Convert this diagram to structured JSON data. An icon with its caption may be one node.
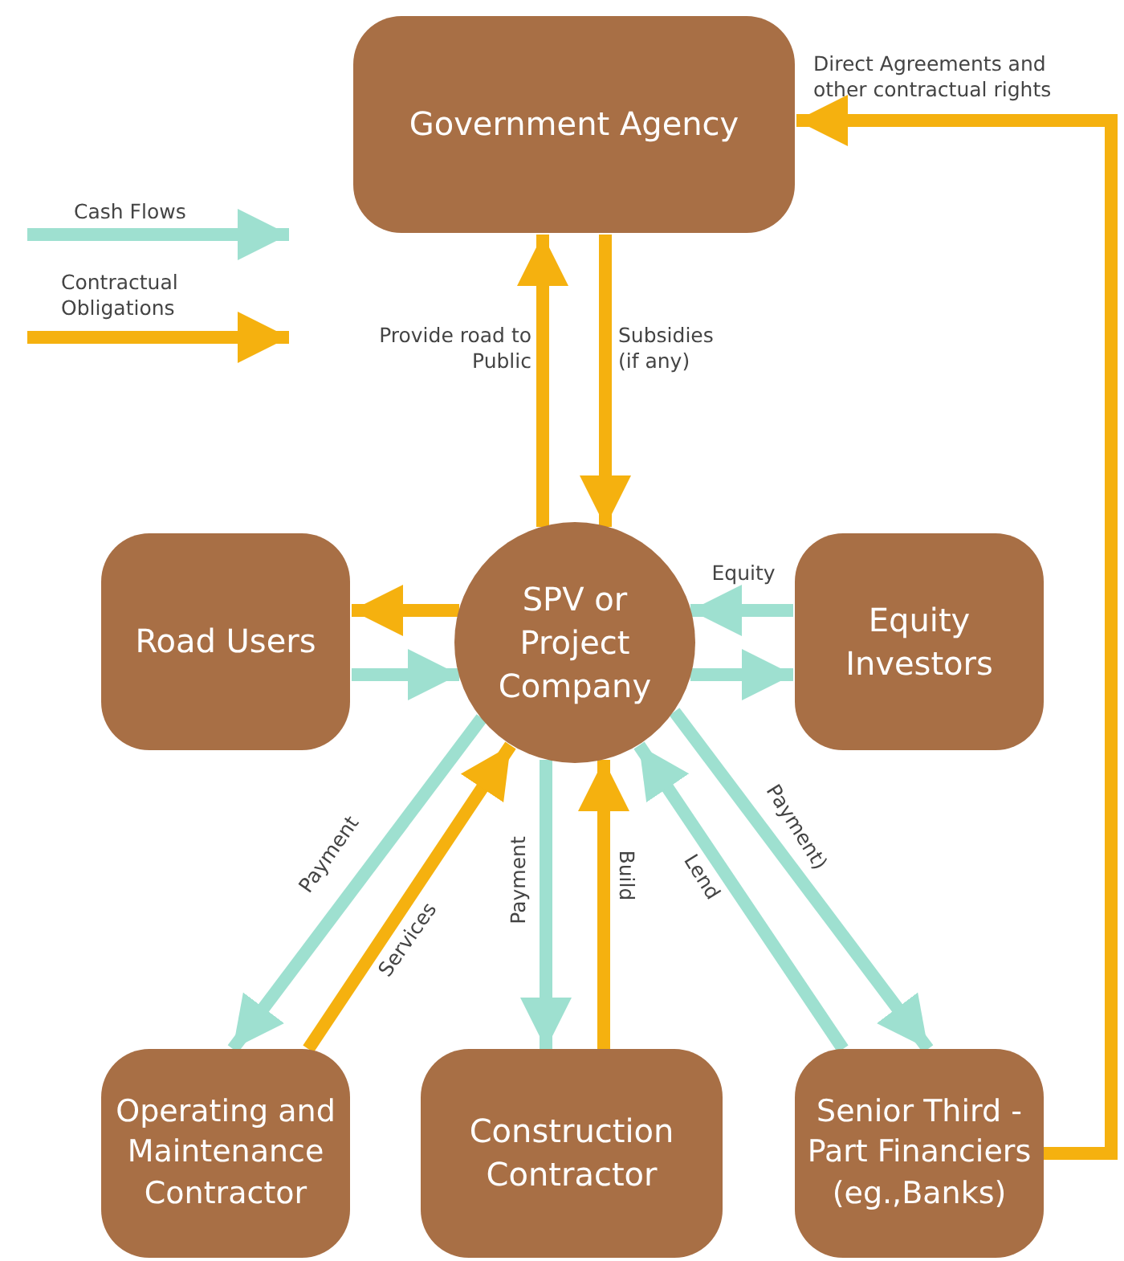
{
  "diagram": {
    "nodes": [
      {
        "text": [
          "Government Agency"
        ]
      },
      {
        "text": [
          "Road Users"
        ]
      },
      {
        "text": [
          "SPV or Project Company"
        ]
      },
      {
        "text": [
          "Equity Investors"
        ]
      },
      {
        "text": [
          "Operating and Maintenance Contractor"
        ]
      },
      {
        "text": [
          "Construction Contractor"
        ]
      },
      {
        "text": [
          "Senior Third - Part Financiers (eg.,Banks)"
        ]
      }
    ],
    "edges": [
      {
        "from": 2,
        "to": 0,
        "arrow": "to",
        "label": "Provide road to Public",
        "color": "#f5b10f"
      },
      {
        "from": 0,
        "to": 2,
        "arrow": "to",
        "label": "Subsidies (if any)",
        "color": "#f5b10f"
      },
      {
        "from": 2,
        "to": 1,
        "arrow": "to",
        "color": "#f5b10f"
      },
      {
        "from": 1,
        "to": 2,
        "arrow": "to"
      },
      {
        "from": 3,
        "to": 2,
        "arrow": "to",
        "label": "Equity"
      },
      {
        "from": 2,
        "to": 3,
        "arrow": "to"
      },
      {
        "from": 2,
        "to": 4,
        "arrow": "to",
        "label": "Payment"
      },
      {
        "from": 4,
        "to": 2,
        "arrow": "to",
        "label": "Services",
        "color": "#f5b10f"
      },
      {
        "from": 2,
        "to": 5,
        "arrow": "to",
        "label": "Payment"
      },
      {
        "from": 5,
        "to": 2,
        "arrow": "to",
        "label": "Build",
        "color": "#f5b10f"
      },
      {
        "from": 6,
        "to": 2,
        "arrow": "to",
        "label": "Lend"
      },
      {
        "from": 2,
        "to": 6,
        "arrow": "to",
        "label": "Payment)"
      },
      {
        "from": 6,
        "to": 0,
        "arrow": "to",
        "label": "Direct Agreements and other contractual rights",
        "color": "#f5b10f"
      }
    ],
    "legend": [
      {
        "text": "Cash Flows"
      },
      {
        "text": "Contractual Obligations"
      }
    ]
  }
}
